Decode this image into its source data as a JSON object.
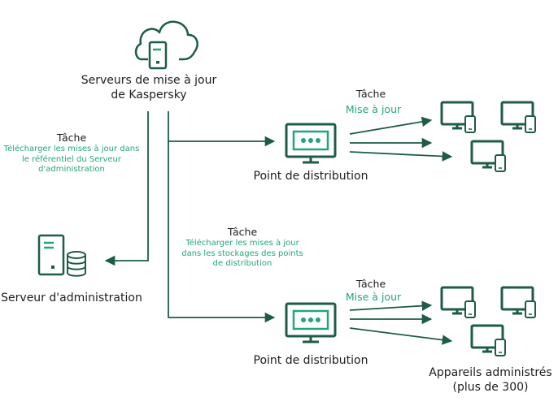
{
  "colors": {
    "accent": "#23a57d",
    "line": "#1d5c47",
    "text": "#1d1d1b"
  },
  "icons": {
    "cloud": "cloud-server-icon",
    "admin_server": "server-database-icon",
    "distribution_point": "monitor-icon",
    "managed_device": "monitor-mobile-icon"
  },
  "cloud_server": {
    "label": "Serveurs de mise à jour\nde Kaspersky"
  },
  "admin_server": {
    "label": "Serveur d'administration"
  },
  "task_admin": {
    "title": "Tâche",
    "name": "Télécharger les mises à jour dans\nle référentiel du Serveur\nd'administration"
  },
  "task_stores": {
    "title": "Tâche",
    "name": "Télécharger les mises à jour\ndans les stockages des points\nde distribution"
  },
  "dp1": {
    "label": "Point de distribution",
    "task_title": "Tâche",
    "task_name": "Mise à jour"
  },
  "dp2": {
    "label": "Point de distribution",
    "task_title": "Tâche",
    "task_name": "Mise à jour"
  },
  "devices": {
    "label": "Appareils administrés\n(plus de 300)"
  }
}
